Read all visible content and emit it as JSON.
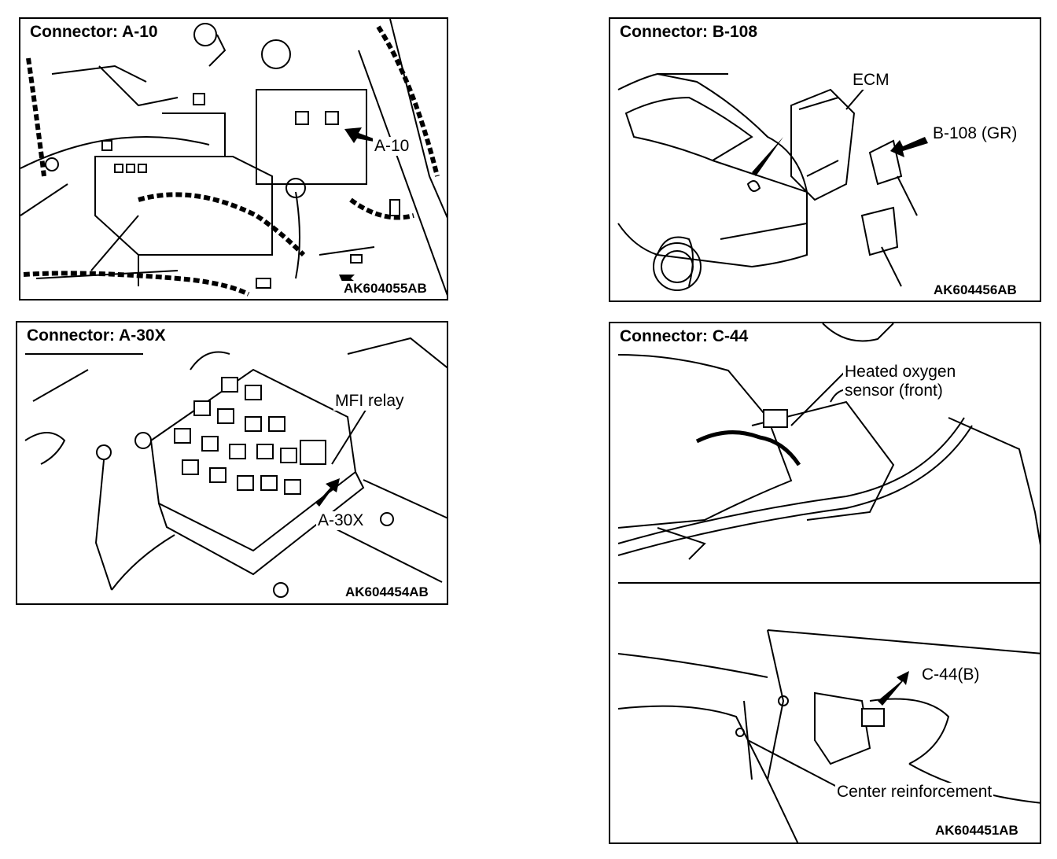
{
  "panels": [
    {
      "title": "Connector: A-10",
      "callouts": [
        "A-10"
      ],
      "code": "AK604055AB"
    },
    {
      "title": "Connector: B-108",
      "callouts": [
        "ECM",
        "B-108 (GR)"
      ],
      "code": "AK604456AB"
    },
    {
      "title": "Connector: A-30X",
      "callouts": [
        "MFI relay",
        "A-30X"
      ],
      "code": "AK604454AB"
    },
    {
      "title": "Connector: C-44",
      "callouts": [
        "Heated oxygen\nsensor (front)",
        "C-44(B)",
        "Center reinforcement"
      ],
      "code": "AK604451AB"
    }
  ]
}
